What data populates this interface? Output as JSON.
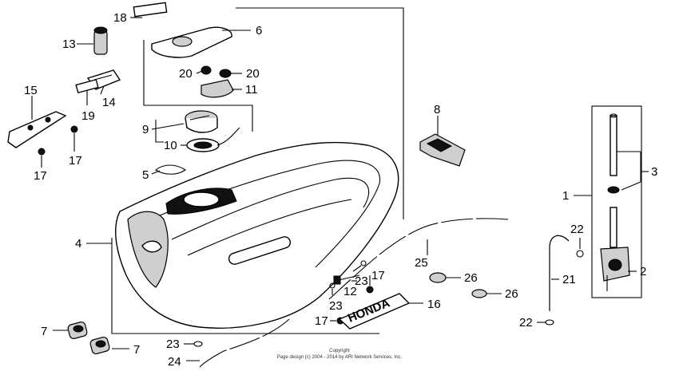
{
  "callouts": {
    "c1": "1",
    "c2": "2",
    "c3": "3",
    "c4": "4",
    "c5": "5",
    "c6": "6",
    "c7a": "7",
    "c7b": "7",
    "c8": "8",
    "c9": "9",
    "c10": "10",
    "c11": "11",
    "c12": "12",
    "c13": "13",
    "c14": "14",
    "c15": "15",
    "c16": "16",
    "c17a": "17",
    "c17b": "17",
    "c17c": "17",
    "c17d": "17",
    "c18": "18",
    "c19": "19",
    "c20a": "20",
    "c20b": "20",
    "c21": "21",
    "c22a": "22",
    "c22b": "22",
    "c23a": "23",
    "c23b": "23",
    "c23c": "23",
    "c24": "24",
    "c25": "25",
    "c26a": "26",
    "c26b": "26"
  },
  "emblem_text": "HONDA",
  "copyright": {
    "line1": "Copyright",
    "line2": "Page design (c) 2004 - 2014 by ARI Network Services, Inc."
  }
}
